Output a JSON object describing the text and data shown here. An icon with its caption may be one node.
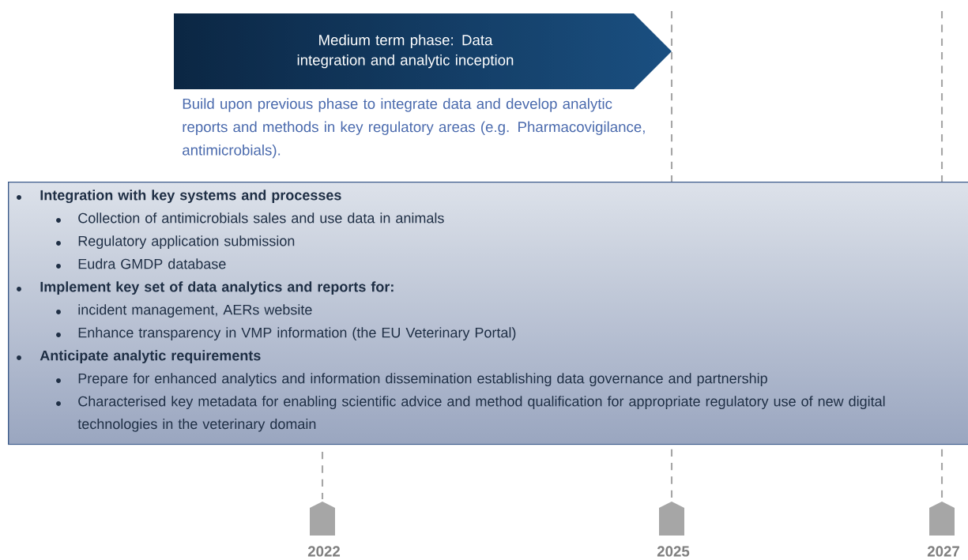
{
  "diagram": {
    "nodes": [
      {
        "text": [
          "Medium term phase: Data integration and analytic inception"
        ],
        "beside": [
          "Build upon previous phase to integrate data and develop analytic reports and methods in key regulatory areas (e.g. Pharmacovigilance, antimicrobials)."
        ]
      },
      {
        "text": [
          "Integration with key systems and processes",
          "Collection of antimicrobials sales and use data in animals",
          "Regulatory application submission",
          "Eudra GMDP database",
          "Implement key set of data analytics and reports for:",
          "incident management, AERs website",
          "Enhance transparency in VMP information (the EU Veterinary Portal)",
          "Anticipate analytic requirements",
          "Prepare for enhanced analytics and information dissemination establishing data governance and partnership",
          "Characterised key metadata for enabling scientific advice and method qualification for appropriate regulatory use of new digital technologies in the veterinary domain"
        ]
      },
      {
        "text": [
          "2022"
        ]
      },
      {
        "text": [
          "2025"
        ]
      },
      {
        "text": [
          "2027"
        ]
      }
    ]
  }
}
